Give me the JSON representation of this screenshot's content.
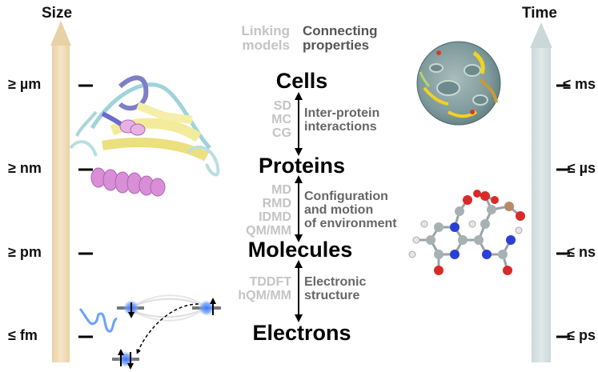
{
  "size_axis": {
    "title": "Size",
    "ticks": [
      "≥ µm",
      "≥ nm",
      "≥ pm",
      "≤ fm"
    ],
    "color": "#f0dcb4"
  },
  "time_axis": {
    "title": "Time",
    "ticks": [
      "≤ ms",
      "≤ µs",
      "≤ ns",
      "≤ ps"
    ],
    "color": "#d6e1e2"
  },
  "header": {
    "models_line1": "Linking",
    "models_line2": "models",
    "props_line1": "Connecting",
    "props_line2": "properties"
  },
  "levels": [
    "Cells",
    "Proteins",
    "Molecules",
    "Electrons"
  ],
  "links": [
    {
      "methods": [
        "SD",
        "MC",
        "CG"
      ],
      "properties": [
        "Inter-protein",
        "interactions"
      ]
    },
    {
      "methods": [
        "MD",
        "RMD",
        "IDMD",
        "QM/MM"
      ],
      "properties": [
        "Configuration",
        "and motion",
        "of environment"
      ]
    },
    {
      "methods": [
        "TDDFT",
        "hQM/MM"
      ],
      "properties": [
        "Electronic",
        "structure"
      ]
    }
  ],
  "colors": {
    "model_text": "#c4c4c4",
    "property_text": "#666666",
    "electron_blue": "#1f5fe0",
    "helix_pink": "#d98fd6",
    "sheet_yellow": "#f2ec9a"
  }
}
